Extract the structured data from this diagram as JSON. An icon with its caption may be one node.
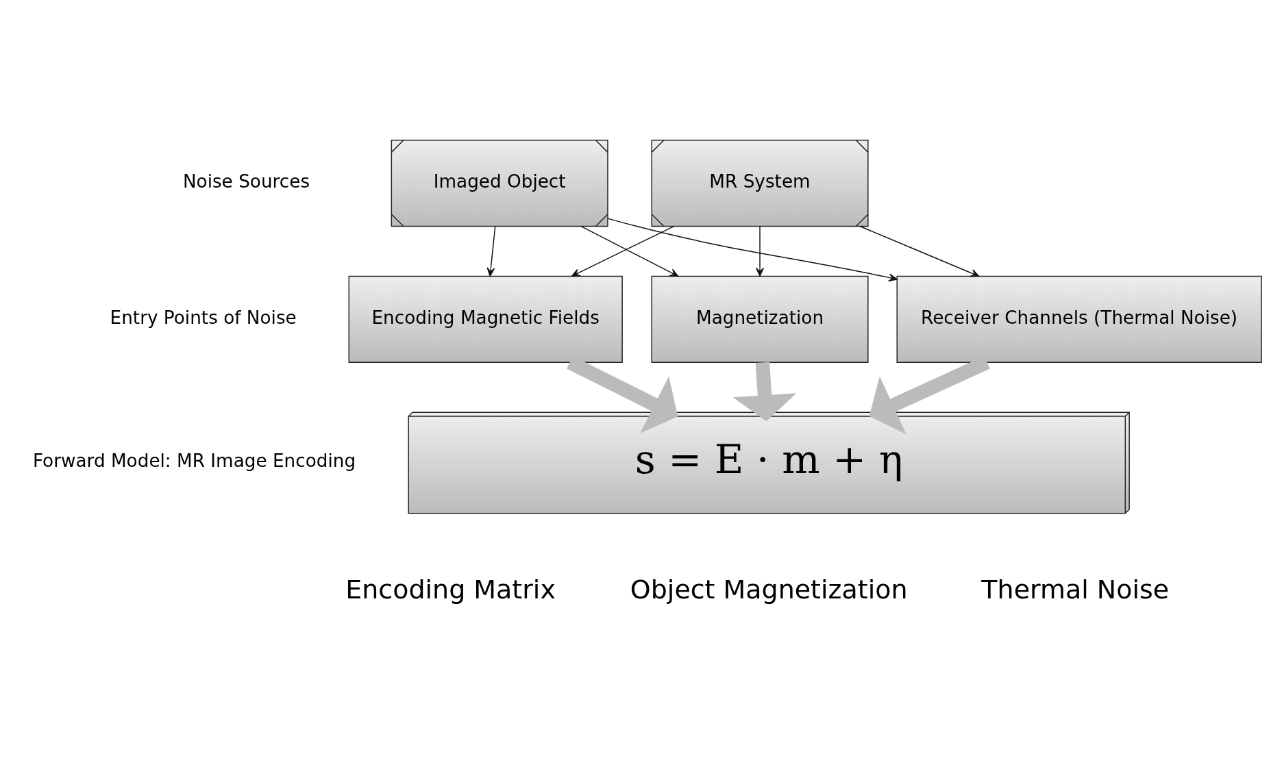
{
  "diagram": {
    "nodes": [
      {
        "text": [
          "Imaged Object"
        ]
      },
      {
        "text": [
          "MR System"
        ]
      },
      {
        "text": [
          "Encoding Magnetic Fields"
        ]
      },
      {
        "text": [
          "Magnetization"
        ]
      },
      {
        "text": [
          "Receiver Channels (Thermal Noise)"
        ]
      },
      {
        "text": [
          "s = E · m + η"
        ]
      }
    ],
    "edges": [
      {
        "from": 0,
        "to": 2,
        "arrow": "to"
      },
      {
        "from": 0,
        "to": 3,
        "arrow": "to"
      },
      {
        "from": 0,
        "to": 4,
        "arrow": "to"
      },
      {
        "from": 1,
        "to": 2,
        "arrow": "to"
      },
      {
        "from": 1,
        "to": 3,
        "arrow": "to"
      },
      {
        "from": 1,
        "to": 4,
        "arrow": "to"
      },
      {
        "from": 2,
        "to": 5,
        "arrow": "to",
        "style": "thick",
        "color": "#bbbbbb"
      },
      {
        "from": 3,
        "to": 5,
        "arrow": "to",
        "style": "thick",
        "color": "#bbbbbb"
      },
      {
        "from": 4,
        "to": 5,
        "arrow": "to",
        "style": "thick",
        "color": "#bbbbbb"
      }
    ],
    "labels": [
      "Noise Sources",
      "Entry Points of Noise",
      "Forward Model: MR Image Encoding",
      "Encoding Matrix",
      "Object Magnetization",
      "Thermal Noise"
    ]
  }
}
